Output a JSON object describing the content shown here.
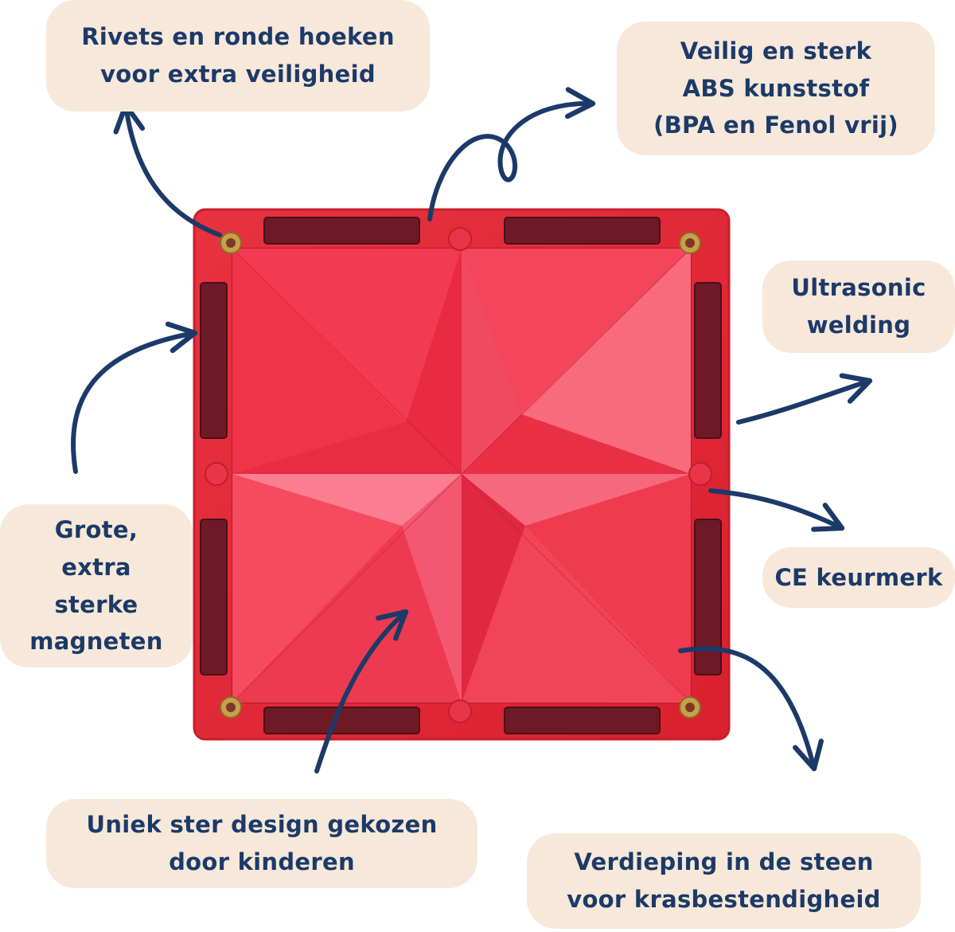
{
  "colors": {
    "tile_red": "#e0283a",
    "tile_face": "#f23a52",
    "magnet": "#6e1a26",
    "rivet": "#c9a04a",
    "arrow_navy": "#1b3a68",
    "callout_bg": "#f8e8da"
  },
  "callouts": {
    "rivets": {
      "line1": "Rivets en ronde hoeken",
      "line2": "voor extra veiligheid"
    },
    "abs": {
      "line1": "Veilig en sterk",
      "line2": "ABS kunststof",
      "line3": "(BPA en Fenol vrij)"
    },
    "ultrasonic": {
      "line1": "Ultrasonic",
      "line2": "welding"
    },
    "magnets": {
      "line1": "Grote,",
      "line2": "extra",
      "line3": "sterke",
      "line4": "magneten"
    },
    "ce": {
      "line1": "CE keurmerk"
    },
    "star": {
      "line1": "Uniek ster design gekozen",
      "line2": "door kinderen"
    },
    "recess": {
      "line1": "Verdieping in de steen",
      "line2": "voor krasbestendigheid"
    }
  }
}
